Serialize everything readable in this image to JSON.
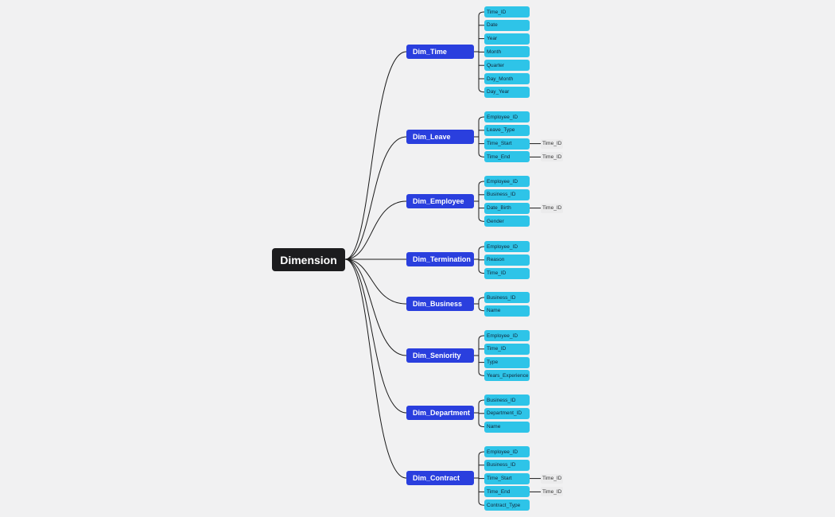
{
  "root": {
    "label": "Dimension"
  },
  "dimensions": [
    {
      "name": "Dim_Time",
      "attributes": [
        {
          "label": "Time_ID"
        },
        {
          "label": "Date"
        },
        {
          "label": "Year"
        },
        {
          "label": "Month"
        },
        {
          "label": "Quarter"
        },
        {
          "label": "Day_Month"
        },
        {
          "label": "Day_Year"
        }
      ]
    },
    {
      "name": "Dim_Leave",
      "attributes": [
        {
          "label": "Employee_ID"
        },
        {
          "label": "Leave_Type"
        },
        {
          "label": "Time_Start",
          "ref": "Time_ID"
        },
        {
          "label": "Time_End",
          "ref": "Time_ID"
        }
      ]
    },
    {
      "name": "Dim_Employee",
      "attributes": [
        {
          "label": "Employee_ID"
        },
        {
          "label": "Business_ID"
        },
        {
          "label": "Date_Birth",
          "ref": "Time_ID"
        },
        {
          "label": "Gender"
        }
      ]
    },
    {
      "name": "Dim_Termination",
      "attributes": [
        {
          "label": "Employee_ID"
        },
        {
          "label": "Reason"
        },
        {
          "label": "Time_ID"
        }
      ]
    },
    {
      "name": "Dim_Business",
      "attributes": [
        {
          "label": "Business_ID"
        },
        {
          "label": "Name"
        }
      ]
    },
    {
      "name": "Dim_Seniority",
      "attributes": [
        {
          "label": "Employee_ID"
        },
        {
          "label": "Time_ID"
        },
        {
          "label": "Type"
        },
        {
          "label": "Years_Experience"
        }
      ]
    },
    {
      "name": "Dim_Department",
      "attributes": [
        {
          "label": "Business_ID"
        },
        {
          "label": "Department_ID"
        },
        {
          "label": "Name"
        }
      ]
    },
    {
      "name": "Dim_Contract",
      "attributes": [
        {
          "label": "Employee_ID"
        },
        {
          "label": "Business_ID"
        },
        {
          "label": "Time_Start",
          "ref": "Time_ID"
        },
        {
          "label": "Time_End",
          "ref": "Time_ID"
        },
        {
          "label": "Contract_Type"
        }
      ]
    }
  ]
}
